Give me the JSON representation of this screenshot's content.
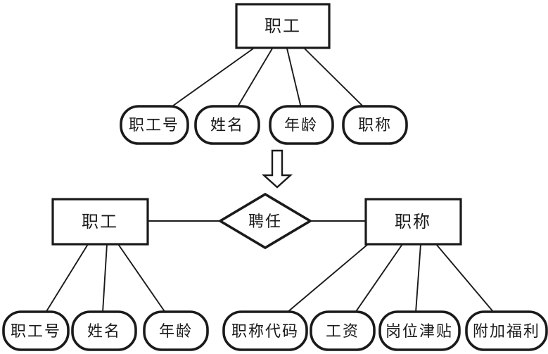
{
  "colors": {
    "stroke": "#1a1a1a",
    "background": "#ffffff"
  },
  "top_diagram": {
    "entity": "职工",
    "attributes": [
      "职工号",
      "姓名",
      "年龄",
      "职称"
    ]
  },
  "transform_arrow": {
    "direction": "down"
  },
  "bottom_diagram": {
    "left_entity": "职工",
    "relationship": "聘任",
    "right_entity": "职称",
    "left_entity_attributes": [
      "职工号",
      "姓名",
      "年龄"
    ],
    "right_entity_attributes": [
      "职称代码",
      "工资",
      "岗位津贴",
      "附加福利"
    ]
  }
}
